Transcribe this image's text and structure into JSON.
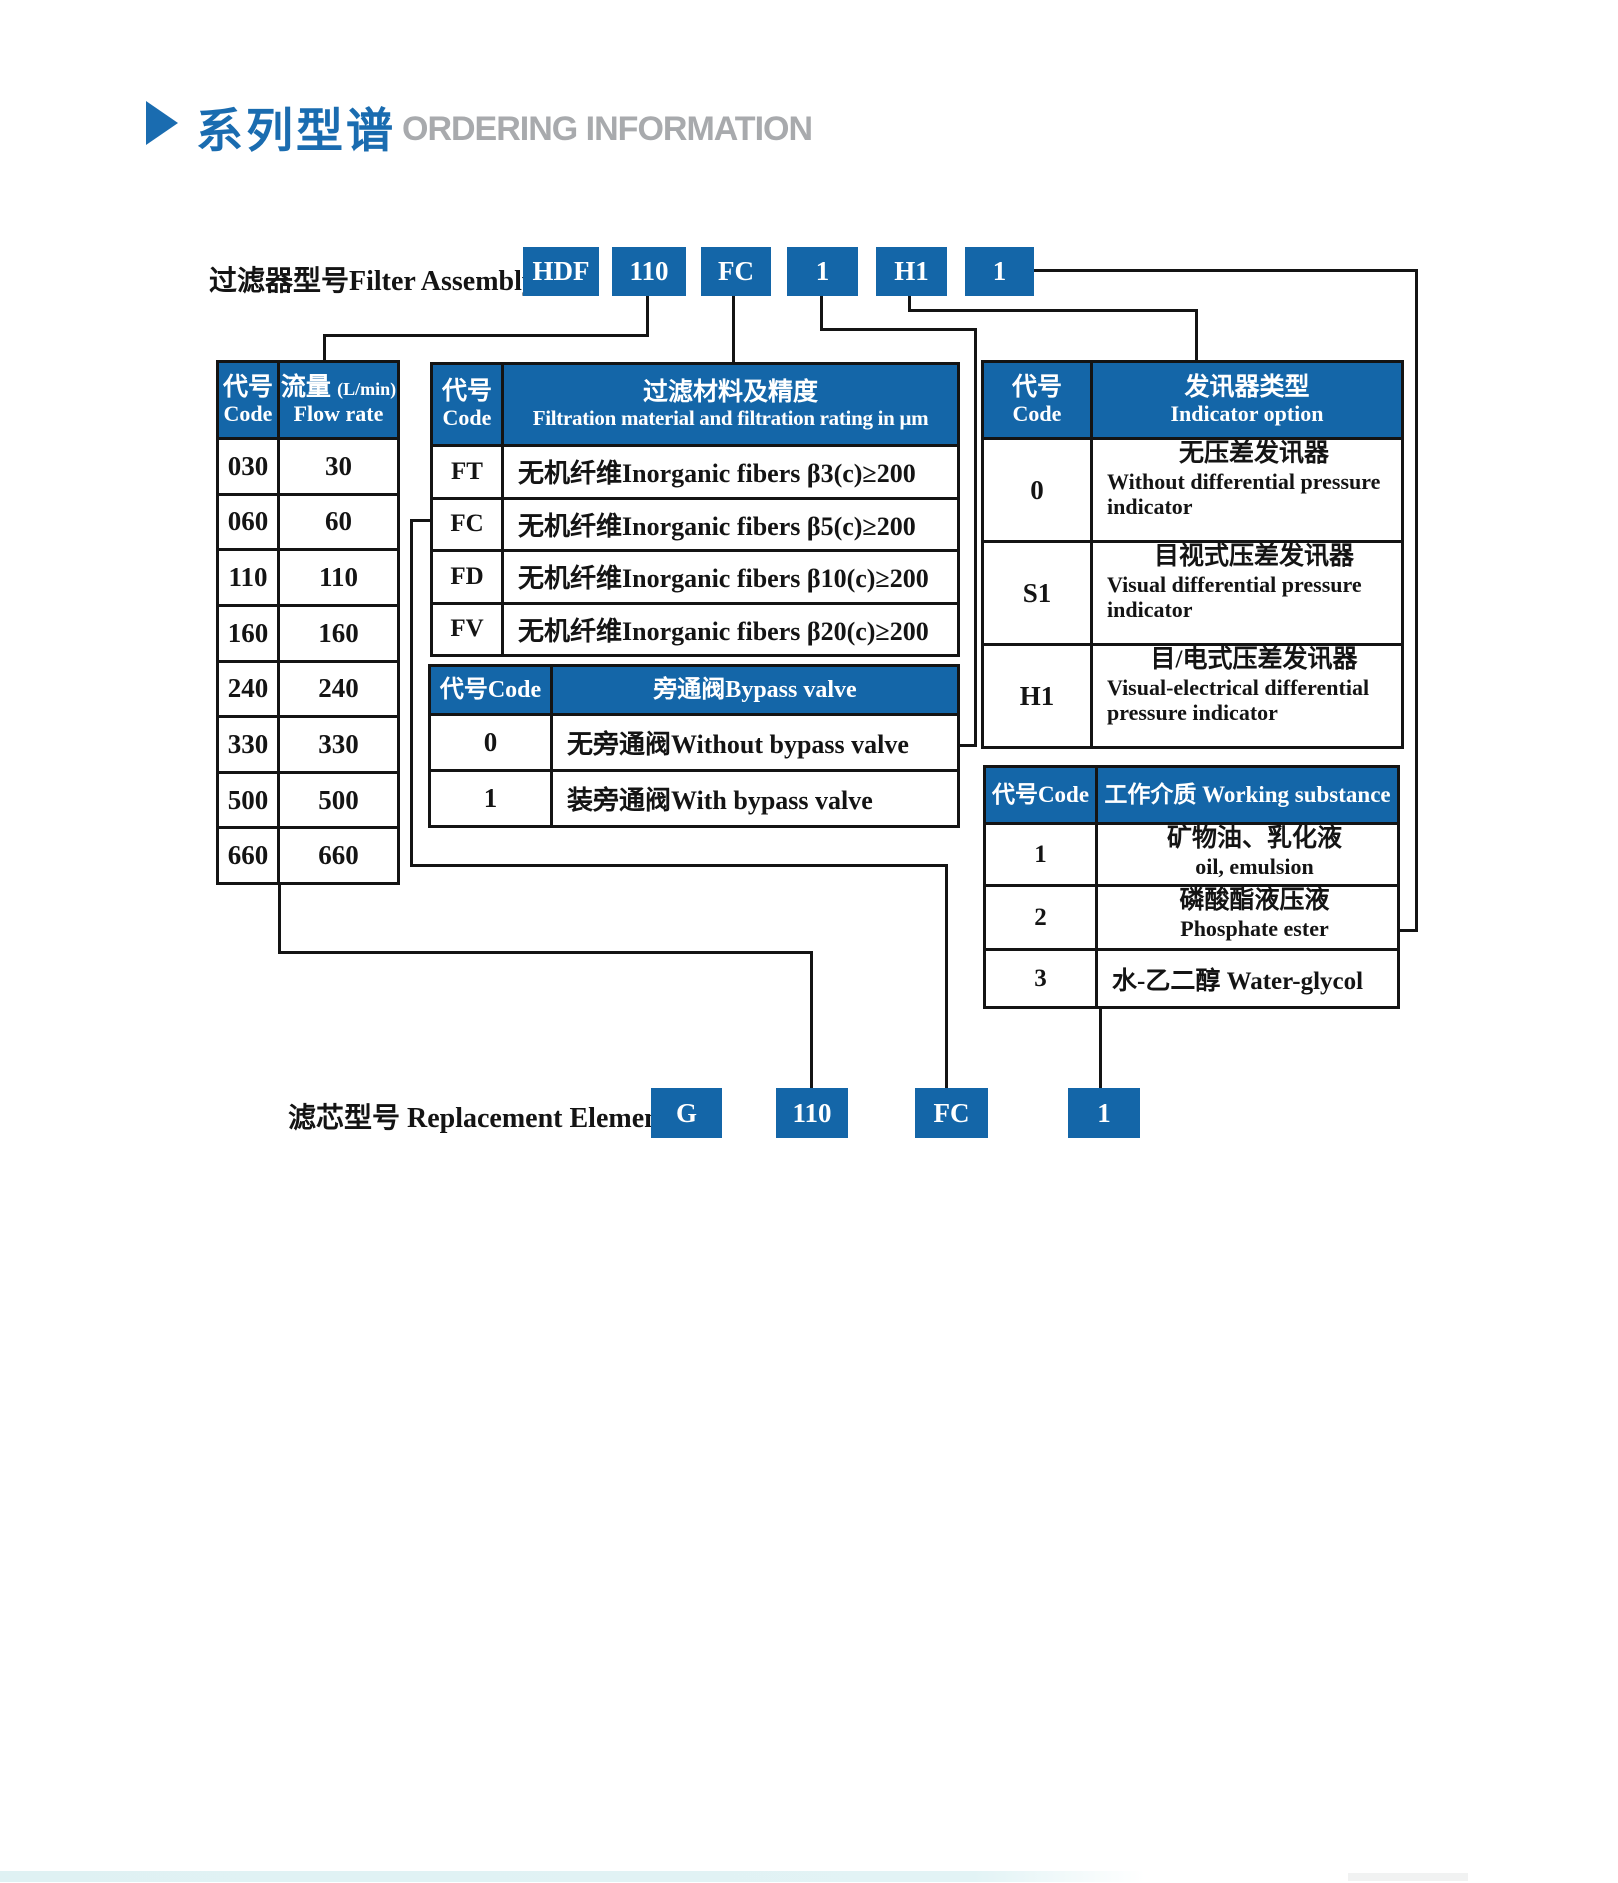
{
  "page": {
    "title_cn": "系列型谱",
    "title_en": "ORDERING INFORMATION"
  },
  "filter_assembly": {
    "label": "过滤器型号Filter Assembly",
    "codes": [
      "HDF",
      "110",
      "FC",
      "1",
      "H1",
      "1"
    ]
  },
  "replacement_element": {
    "label": "滤芯型号 Replacement Element",
    "codes": [
      "G",
      "110",
      "FC",
      "1"
    ]
  },
  "flow_table": {
    "header": {
      "code_cn": "代号",
      "code_en": "Code",
      "col2_cn": "流量",
      "col2_unit": "(L/min)",
      "col2_en": "Flow rate"
    },
    "rows": [
      {
        "code": "030",
        "flow": "30"
      },
      {
        "code": "060",
        "flow": "60"
      },
      {
        "code": "110",
        "flow": "110"
      },
      {
        "code": "160",
        "flow": "160"
      },
      {
        "code": "240",
        "flow": "240"
      },
      {
        "code": "330",
        "flow": "330"
      },
      {
        "code": "500",
        "flow": "500"
      },
      {
        "code": "660",
        "flow": "660"
      }
    ]
  },
  "filtration_table": {
    "header": {
      "code_cn": "代号",
      "code_en": "Code",
      "col2_cn": "过滤材料及精度",
      "col2_en": "Filtration material and filtration rating in μm"
    },
    "rows": [
      {
        "code": "FT",
        "desc": "无机纤维Inorganic fibers β3(c)≥200"
      },
      {
        "code": "FC",
        "desc": "无机纤维Inorganic fibers β5(c)≥200"
      },
      {
        "code": "FD",
        "desc": "无机纤维Inorganic fibers β10(c)≥200"
      },
      {
        "code": "FV",
        "desc": "无机纤维Inorganic fibers β20(c)≥200"
      }
    ]
  },
  "bypass_table": {
    "header": {
      "code": "代号Code",
      "col2": "旁通阀Bypass valve"
    },
    "rows": [
      {
        "code": "0",
        "desc": "无旁通阀Without bypass valve"
      },
      {
        "code": "1",
        "desc": "装旁通阀With bypass valve"
      }
    ]
  },
  "indicator_table": {
    "header": {
      "code_cn": "代号",
      "code_en": "Code",
      "col2_cn": "发讯器类型",
      "col2_en": "Indicator option"
    },
    "rows": [
      {
        "code": "0",
        "desc_cn": "无压差发讯器",
        "desc_en": "Without differential pressure indicator"
      },
      {
        "code": "S1",
        "desc_cn": "目视式压差发讯器",
        "desc_en": "Visual differential pressure indicator"
      },
      {
        "code": "H1",
        "desc_cn": "目/电式压差发讯器",
        "desc_en": "Visual-electrical differential pressure indicator"
      }
    ]
  },
  "substance_table": {
    "header": {
      "code": "代号Code",
      "col2": "工作介质 Working substance"
    },
    "rows": [
      {
        "code": "1",
        "desc_cn": "矿物油、乳化液",
        "desc_en": "oil, emulsion"
      },
      {
        "code": "2",
        "desc_cn": "磷酸酯液压液",
        "desc_en": "Phosphate ester"
      },
      {
        "code": "3",
        "desc_cn": "水-乙二醇 Water-glycol",
        "desc_en": ""
      }
    ]
  },
  "colors": {
    "accent_blue": "#1466a8",
    "title_blue": "#1a6cb0",
    "title_gray": "#a8aaad",
    "line_black": "#141414"
  }
}
